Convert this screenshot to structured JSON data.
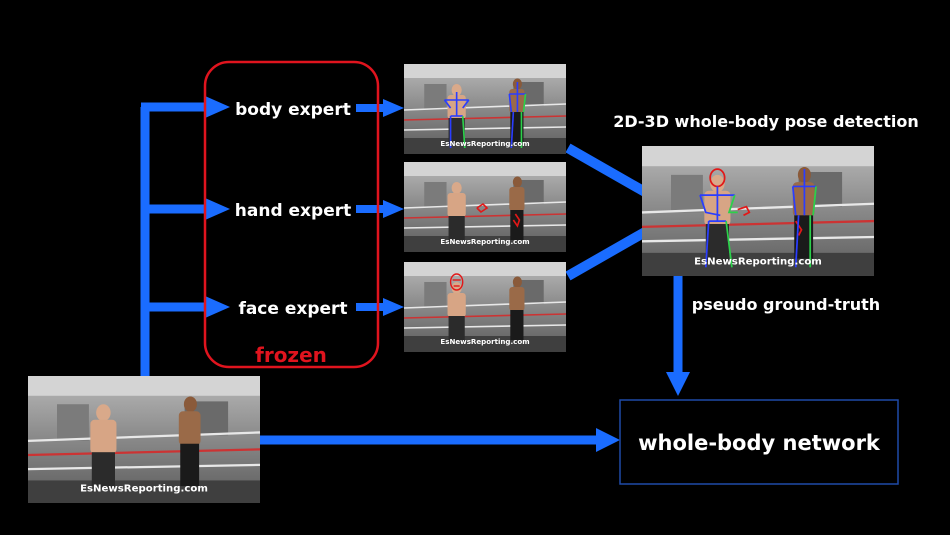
{
  "experts": {
    "body": "body expert",
    "hand": "hand expert",
    "face": "face expert",
    "frozen": "frozen"
  },
  "output": {
    "title": "2D-3D whole-body pose detection",
    "pseudo": "pseudo ground-truth"
  },
  "network": {
    "label": "whole-body network"
  },
  "watermark": "EsNewsReporting.com",
  "colors": {
    "arrow": "#1a6cff",
    "frozen_box": "#e0141e",
    "network_box": "#1f4aa8",
    "body_skeleton": "#2a3dff",
    "limb_green": "#2bd14a",
    "hand_face": "#e21818"
  }
}
